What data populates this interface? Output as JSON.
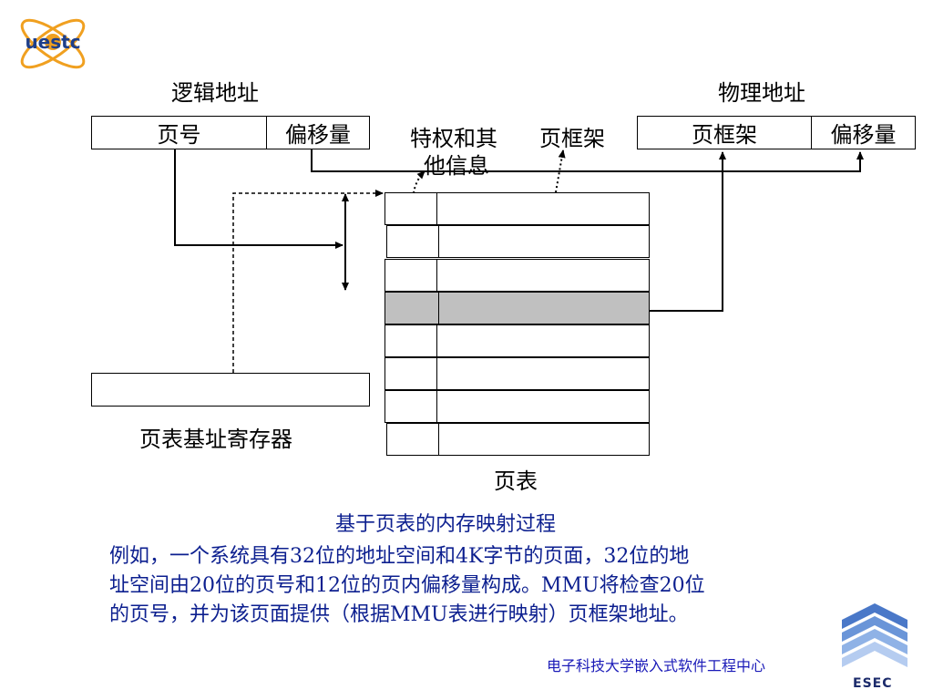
{
  "logo": {
    "text": "uestc"
  },
  "logical_address": {
    "title": "逻辑地址",
    "page_number": "页号",
    "offset": "偏移量"
  },
  "physical_address": {
    "title": "物理地址",
    "page_frame": "页框架",
    "offset": "偏移量"
  },
  "annotations": {
    "privilege_line1": "特权和其",
    "privilege_line2": "他信息",
    "page_frame_label": "页框架"
  },
  "page_table_base_register": {
    "label": "页表基址寄存器"
  },
  "page_table": {
    "label": "页表",
    "row_count": 8,
    "highlighted_row": 4
  },
  "caption": {
    "title": "基于页表的内存映射过程",
    "line1": "例如，一个系统具有32位的地址空间和4K字节的页面，32位的地",
    "line2": "址空间由20位的页号和12位的页内偏移量构成。MMU将检查20位",
    "line3": "的页号，并为该页面提供（根据MMU表进行映射）页框架地址。"
  },
  "footer": {
    "text": "电子科技大学嵌入式软件工程中心"
  },
  "esec_logo": {
    "text": "ESEC"
  },
  "colors": {
    "caption": "#0c1f8f",
    "footer": "#1b1bb8",
    "shaded_row": "#c0c0c0"
  }
}
